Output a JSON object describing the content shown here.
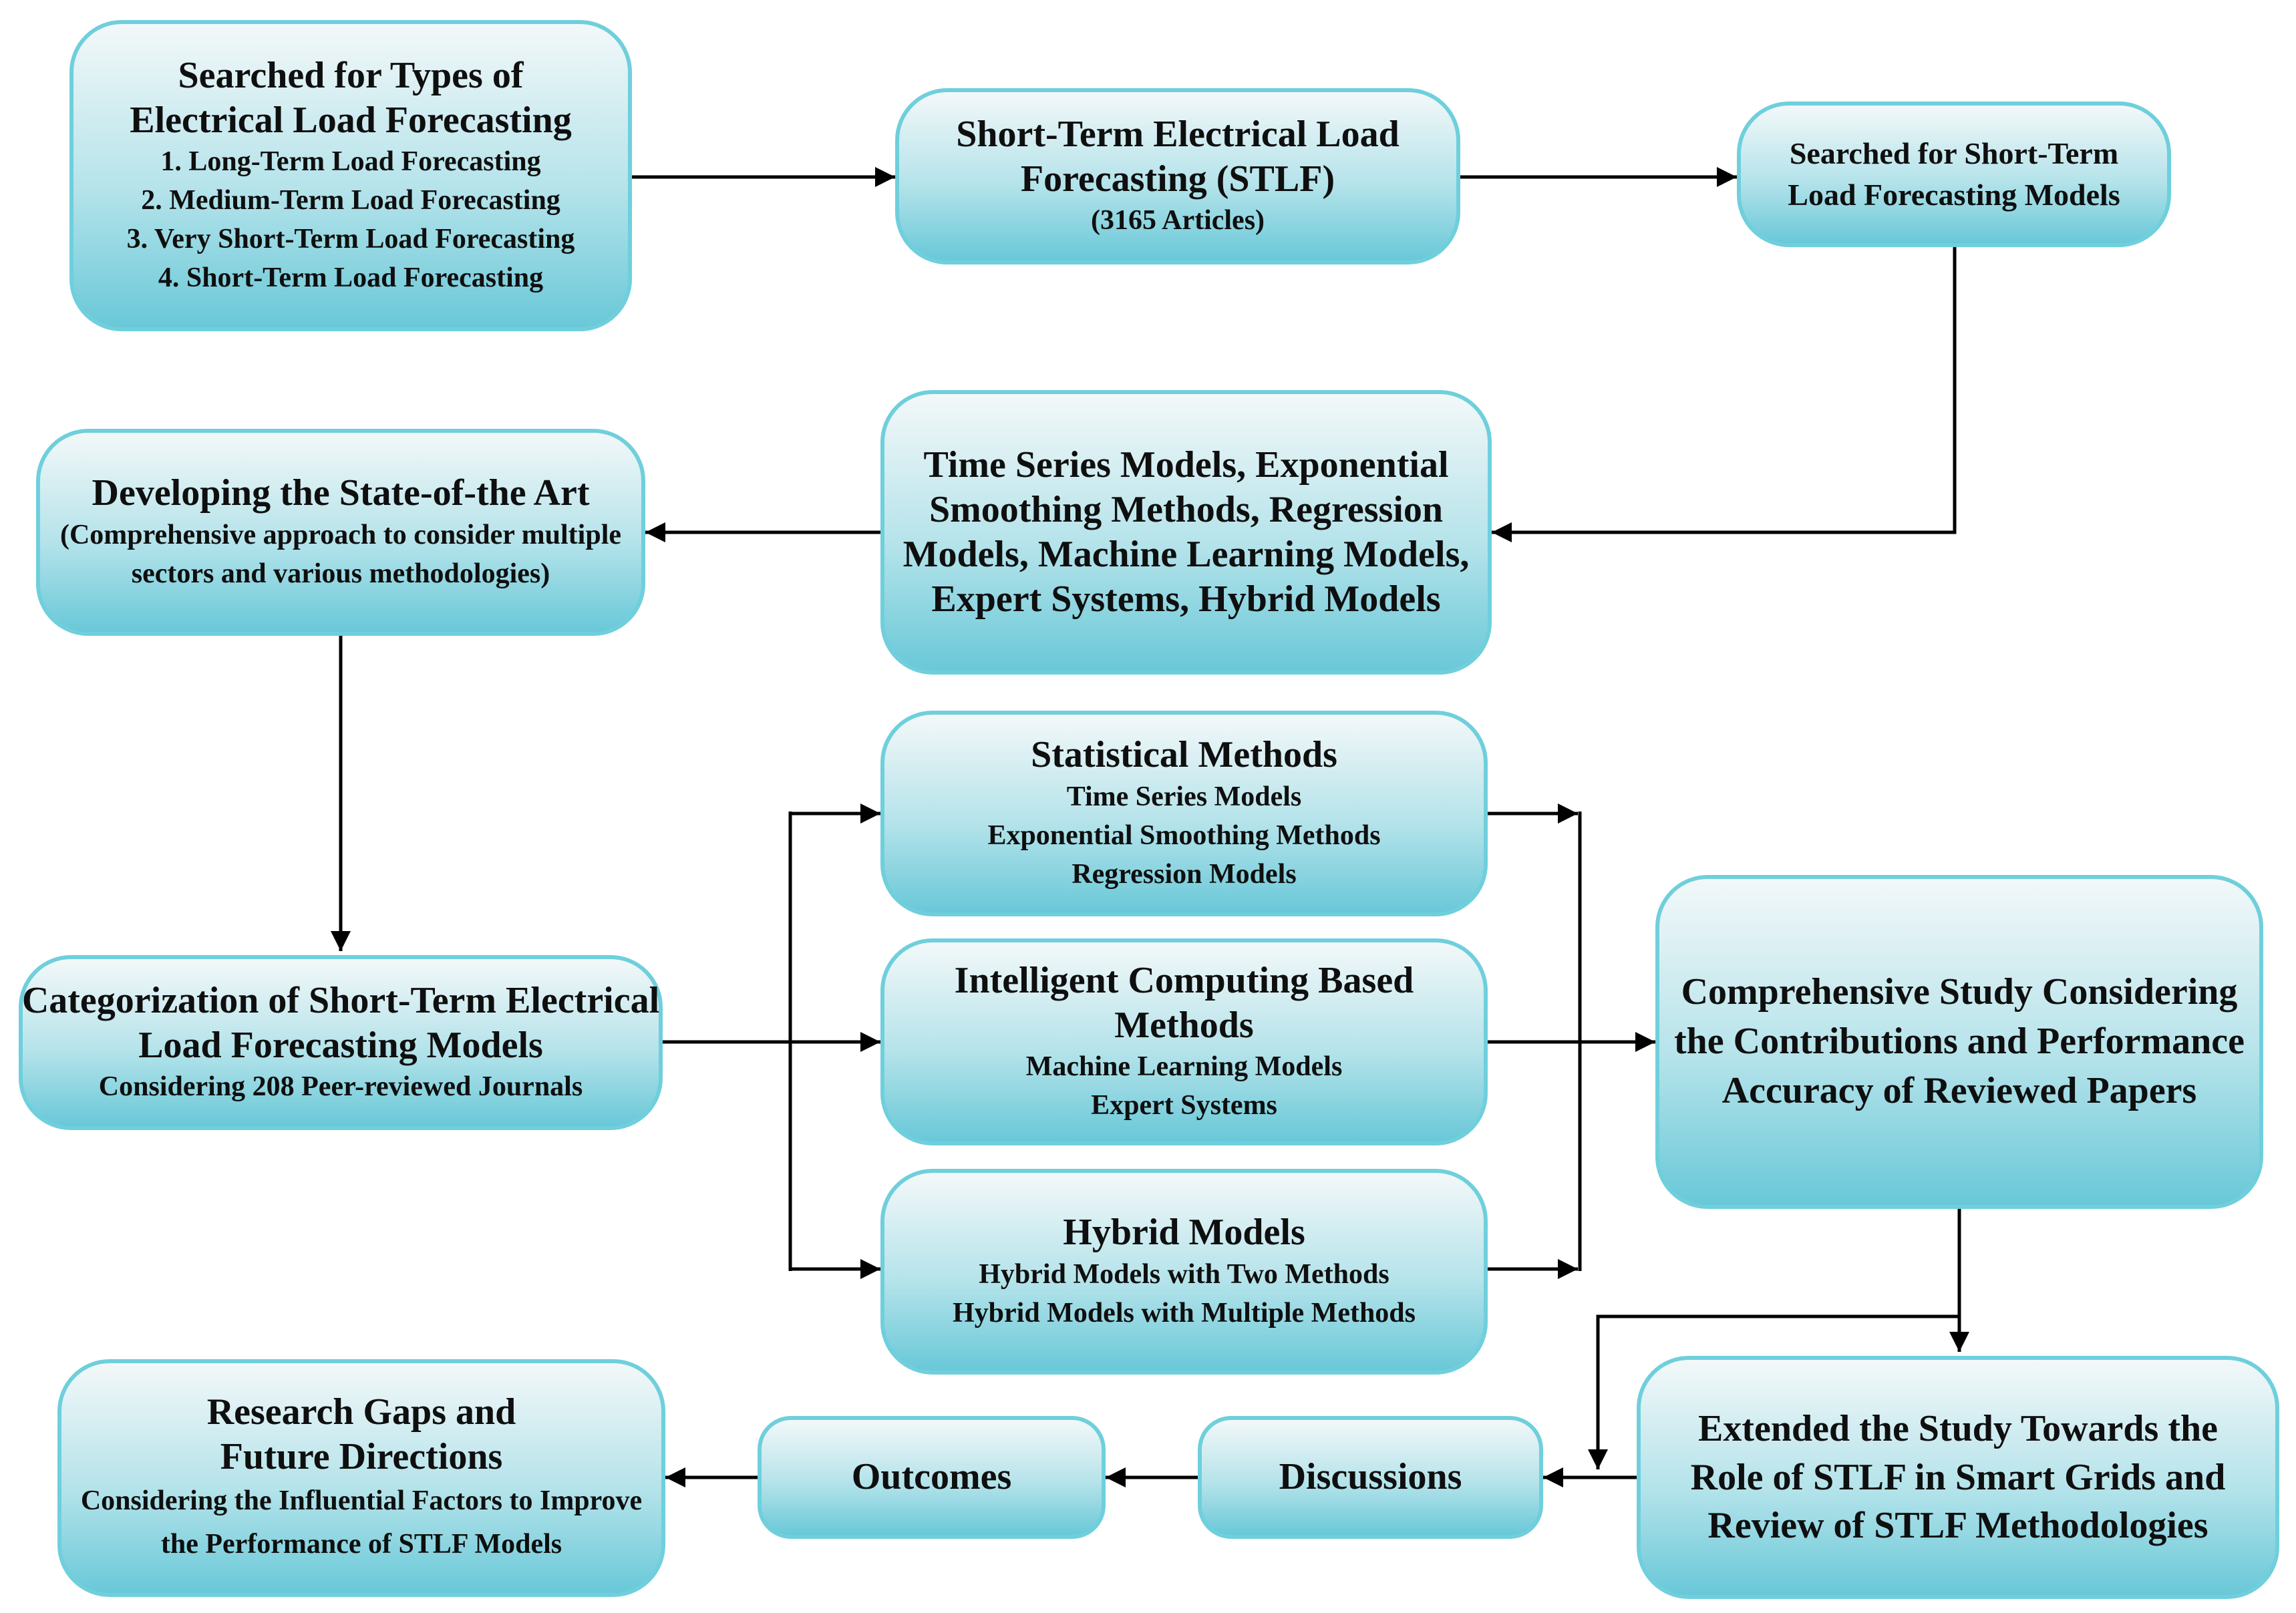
{
  "boxes": {
    "types": {
      "title": "Searched for Types of Electrical Load Forecasting",
      "items": [
        "1. Long-Term Load Forecasting",
        "2. Medium-Term Load Forecasting",
        "3. Very Short-Term Load Forecasting",
        "4. Short-Term Load Forecasting"
      ]
    },
    "stlf": {
      "title": "Short-Term Electrical Load Forecasting (STLF)",
      "subtitle": "(3165 Articles)"
    },
    "search_models": {
      "title": "Searched for Short-Term Load Forecasting Models"
    },
    "model_list": {
      "title": "Time Series Models, Exponential Smoothing Methods, Regression Models, Machine Learning Models, Expert Systems, Hybrid Models"
    },
    "state_of_art": {
      "title": "Developing the State-of-the Art",
      "subtitle": "(Comprehensive approach to consider multiple sectors and various methodologies)"
    },
    "categorization": {
      "title": "Categorization of Short-Term Electrical Load Forecasting Models",
      "subtitle": "Considering 208 Peer-reviewed Journals"
    },
    "statistical": {
      "title": "Statistical Methods",
      "items": [
        "Time Series Models",
        "Exponential Smoothing Methods",
        "Regression Models"
      ]
    },
    "intelligent": {
      "title": "Intelligent Computing Based Methods",
      "items": [
        "Machine Learning Models",
        "Expert Systems"
      ]
    },
    "hybrid": {
      "title": "Hybrid Models",
      "items": [
        "Hybrid Models with Two Methods",
        "Hybrid Models with Multiple Methods"
      ]
    },
    "comprehensive": {
      "title": "Comprehensive Study Considering the Contributions and Performance Accuracy of Reviewed Papers"
    },
    "extended": {
      "title": "Extended the Study Towards the Role of STLF in Smart Grids and Review of STLF Methodologies"
    },
    "discussions": {
      "title": "Discussions"
    },
    "outcomes": {
      "title": "Outcomes"
    },
    "research_gaps": {
      "title": "Research Gaps and Future Directions",
      "subtitle": "Considering the Influential Factors to Improve the Performance of STLF Models"
    }
  },
  "colors": {
    "box_border": "#6fcfdc",
    "box_gradient_top": "#f3f8f9",
    "box_gradient_bottom": "#69c8d8",
    "text": "#0f0f0f",
    "arrow": "#000000"
  }
}
